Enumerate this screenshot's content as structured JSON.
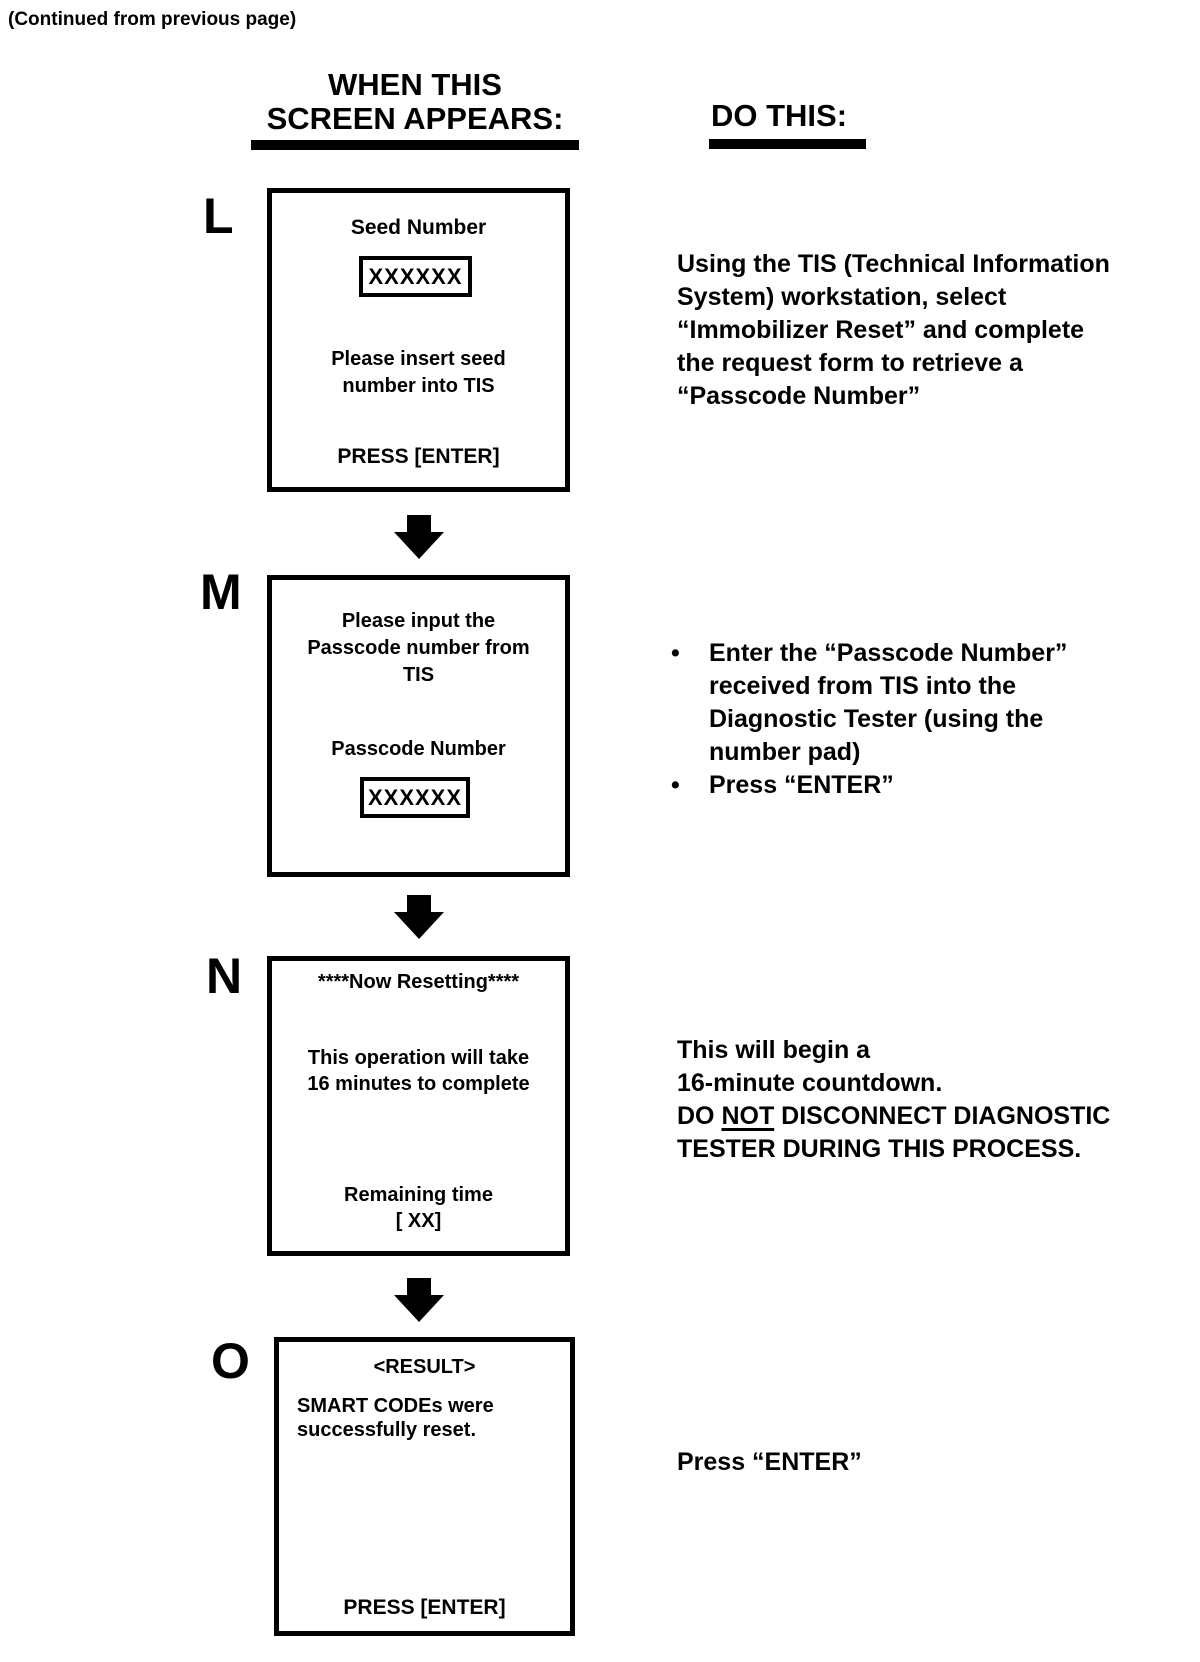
{
  "page": {
    "continued_note": "(Continued from previous page)",
    "column_left_header": "WHEN THIS\nSCREEN APPEARS:",
    "column_right_header": "DO THIS:"
  },
  "icons": {
    "down_arrow": "down-arrow",
    "bullet": "•"
  },
  "steps": {
    "l": {
      "letter": "L",
      "screen": {
        "title": "Seed Number",
        "field_value": "XXXXXX",
        "message": "Please insert seed\nnumber into TIS",
        "footer": "PRESS [ENTER]"
      },
      "instruction": "Using the TIS (Technical Information\nSystem) workstation, select\n“Immobilizer Reset” and complete\nthe request form to retrieve a\n“Passcode Number”"
    },
    "m": {
      "letter": "M",
      "screen": {
        "message": "Please input the\nPasscode number from\nTIS",
        "field_label": "Passcode Number",
        "field_value": "XXXXXX"
      },
      "bullets": [
        "Enter the “Passcode Number”\nreceived from TIS into the\nDiagnostic Tester (using the\nnumber pad)",
        "Press “ENTER”"
      ]
    },
    "n": {
      "letter": "N",
      "screen": {
        "title": "****Now Resetting****",
        "message": "This operation will take\n16 minutes to complete",
        "remaining_time": "Remaining time\n[ XX]"
      },
      "instruction_line1": "This will begin a",
      "instruction_line2": "16-minute countdown.",
      "warning": {
        "prefix": "DO ",
        "underlined": "NOT",
        "line1_rest": " DISCONNECT DIAGNOSTIC",
        "line2": "TESTER DURING THIS PROCESS."
      }
    },
    "o": {
      "letter": "O",
      "screen": {
        "title": "<RESULT>",
        "message": "SMART CODEs were\nsuccessfully reset.",
        "footer": "PRESS [ENTER]"
      },
      "instruction": "Press “ENTER”"
    }
  }
}
